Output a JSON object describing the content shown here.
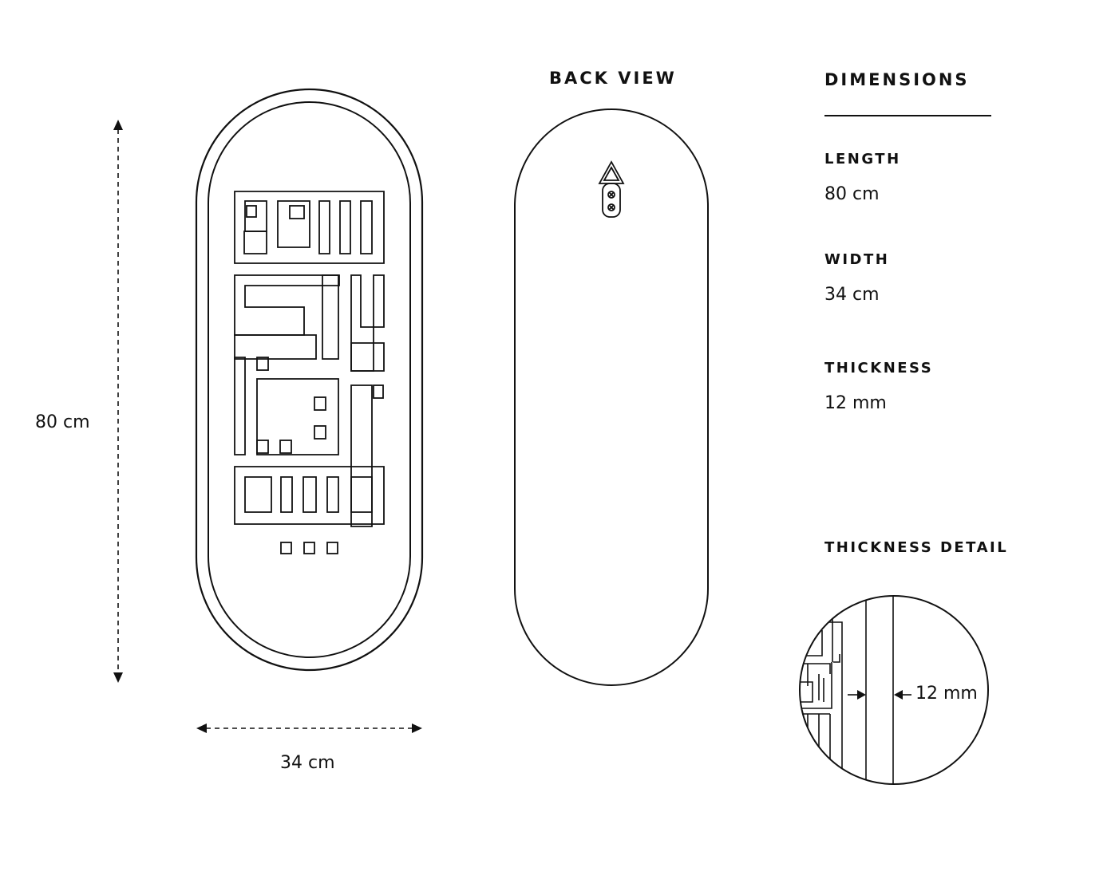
{
  "front_view": {
    "height_label": "80 cm",
    "width_label": "34 cm"
  },
  "back_view": {
    "title": "BACK VIEW"
  },
  "dimensions": {
    "title": "DIMENSIONS",
    "items": [
      {
        "label": "LENGTH",
        "value": "80 cm"
      },
      {
        "label": "WIDTH",
        "value": "34 cm"
      },
      {
        "label": "THICKNESS",
        "value": "12 mm"
      }
    ]
  },
  "thickness_detail": {
    "title": "THICKNESS DETAIL",
    "value_label": "12 mm"
  },
  "colors": {
    "line": "#111111",
    "background": "#ffffff"
  }
}
